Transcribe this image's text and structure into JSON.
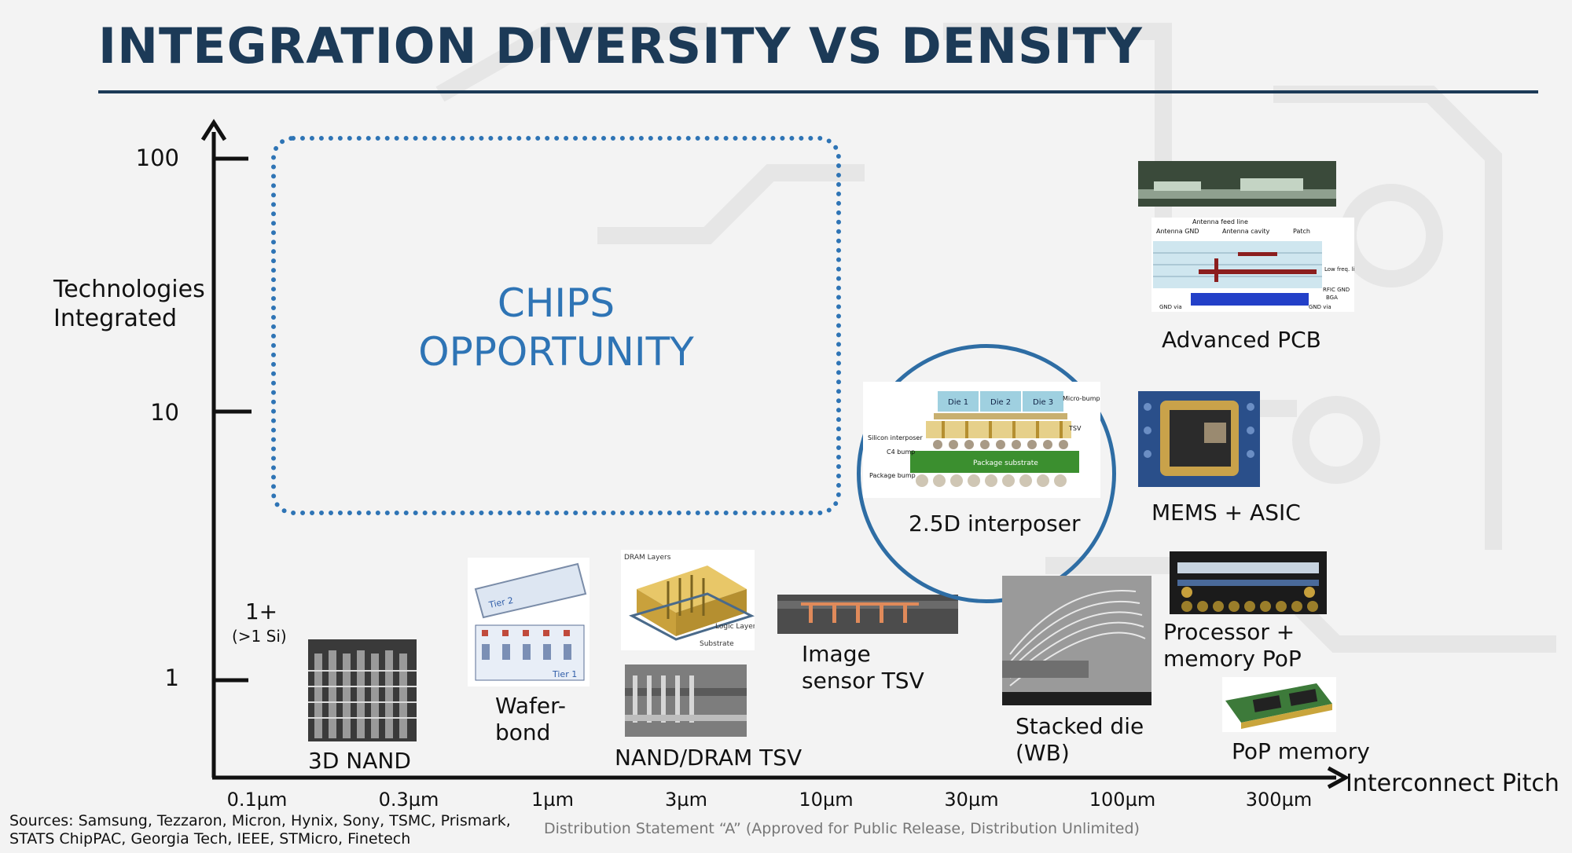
{
  "title": "INTEGRATION DIVERSITY VS DENSITY",
  "chart_data": {
    "type": "scatter",
    "title": "INTEGRATION DIVERSITY VS DENSITY",
    "xlabel": "Interconnect Pitch",
    "ylabel": "Technologies Integrated",
    "x_scale": "log",
    "y_scale": "log",
    "x_ticks": [
      "0.1µm",
      "0.3µm",
      "1µm",
      "3µm",
      "10µm",
      "30µm",
      "100µm",
      "300µm"
    ],
    "y_ticks": [
      "100",
      "10",
      "1"
    ],
    "y_tick_note": {
      "label": "1+",
      "sub": "(>1 Si)"
    },
    "region": {
      "label_line1": "CHIPS",
      "label_line2": "OPPORTUNITY"
    },
    "technologies": [
      {
        "name_line1": "3D NAND",
        "name_line2": ""
      },
      {
        "name_line1": "Wafer-",
        "name_line2": "bond"
      },
      {
        "name_line1": "NAND/DRAM TSV",
        "name_line2": ""
      },
      {
        "name_line1": "Image",
        "name_line2": "sensor TSV"
      },
      {
        "name_line1": "2.5D interposer",
        "name_line2": ""
      },
      {
        "name_line1": "Stacked die",
        "name_line2": "(WB)"
      },
      {
        "name_line1": "Advanced PCB",
        "name_line2": ""
      },
      {
        "name_line1": "MEMS + ASIC",
        "name_line2": ""
      },
      {
        "name_line1": "Processor +",
        "name_line2": "memory PoP"
      },
      {
        "name_line1": "PoP memory",
        "name_line2": ""
      }
    ],
    "grid": false,
    "legend": "none"
  },
  "diagram_text": {
    "interposer_labels": [
      "Die 1",
      "Die 2",
      "Die 3",
      "Micro-bump",
      "TSV",
      "Silicon interposer",
      "C4 bump",
      "Package substrate",
      "Package bump"
    ],
    "pcb_labels": [
      "Antenna feed line",
      "Antenna GND",
      "Antenna cavity",
      "Patch",
      "Low freq. line",
      "RFIC GND",
      "BGA",
      "GND via",
      "GND via"
    ],
    "dram_labels": [
      "DRAM Layers",
      "Logic Layer",
      "Substrate"
    ],
    "wafer_labels": [
      "Tier 2",
      "Tier 1"
    ]
  },
  "sources": "Sources: Samsung, Tezzaron, Micron, Hynix, Sony, TSMC, Prismark, STATS ChipPAC, Georgia Tech, IEEE, STMicro, Finetech",
  "distribution": "Distribution Statement “A” (Approved for Public Release, Distribution Unlimited)",
  "colors": {
    "title": "#1c3a57",
    "accent": "#2e74b5",
    "axis": "#111111"
  }
}
